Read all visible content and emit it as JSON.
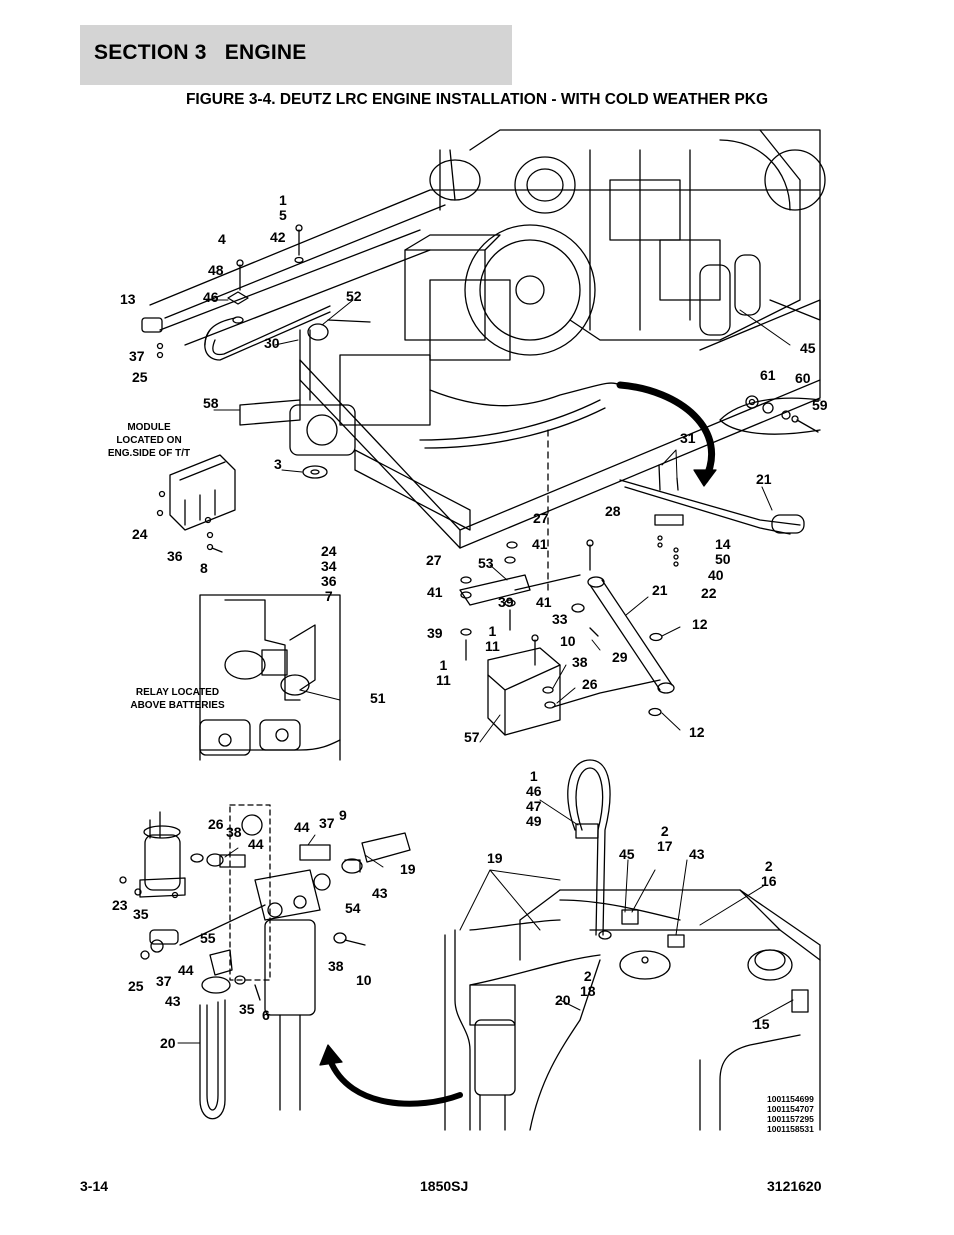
{
  "header": {
    "section_title": "SECTION 3   ENGINE",
    "figure_title": "FIGURE 3-4. DEUTZ LRC ENGINE INSTALLATION - WITH COLD WEATHER PKG"
  },
  "notes": {
    "module": "MODULE\nLOCATED ON\nENG.SIDE OF T/T",
    "relay": "RELAY LOCATED\nABOVE BATTERIES"
  },
  "callouts": [
    "1\n5",
    "42",
    "4",
    "48",
    "46",
    "52",
    "13",
    "30",
    "37",
    "25",
    "45",
    "61",
    "60",
    "59",
    "58",
    "31",
    "3",
    "21",
    "28",
    "14",
    "50",
    "40",
    "22",
    "24",
    "36",
    "8",
    "27",
    "41",
    "24\n34\n36\n7",
    "27",
    "53",
    "41",
    "41",
    "39",
    "21",
    "33",
    "12",
    "39",
    "1\n11",
    "10",
    "29",
    "1\n11",
    "38",
    "26",
    "51",
    "57",
    "12",
    "1\n46\n47\n49",
    "26",
    "38",
    "44",
    "37",
    "9",
    "44",
    "19",
    "2\n17",
    "43",
    "19",
    "45",
    "43",
    "2\n16",
    "23",
    "35",
    "54",
    "55",
    "44",
    "38",
    "10",
    "25",
    "37",
    "2\n18",
    "20",
    "43",
    "35",
    "6",
    "15",
    "20"
  ],
  "part_numbers": "1001154699\n1001154707\n1001157295\n1001158531",
  "footer": {
    "page": "3-14",
    "model": "1850SJ",
    "doc_number": "3121620"
  }
}
